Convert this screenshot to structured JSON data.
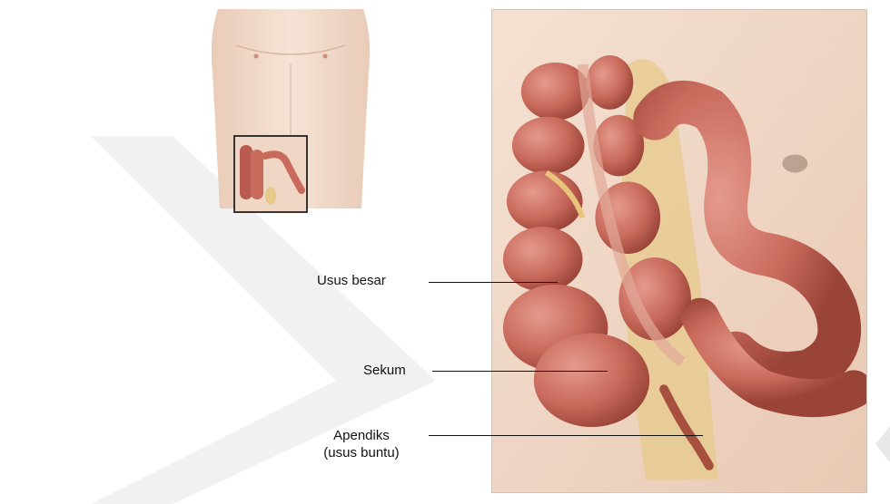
{
  "labels": {
    "large_intestine": "Usus besar",
    "cecum": "Sekum",
    "appendix_line1": "Apendiks",
    "appendix_line2": "(usus buntu)"
  },
  "colors": {
    "watermark": "#f1f1f1",
    "skin": "#f3dccb",
    "bowel": "#c86a5c",
    "bowel_dark": "#9a4438",
    "fat": "#e4c98a",
    "leader": "#111111"
  }
}
